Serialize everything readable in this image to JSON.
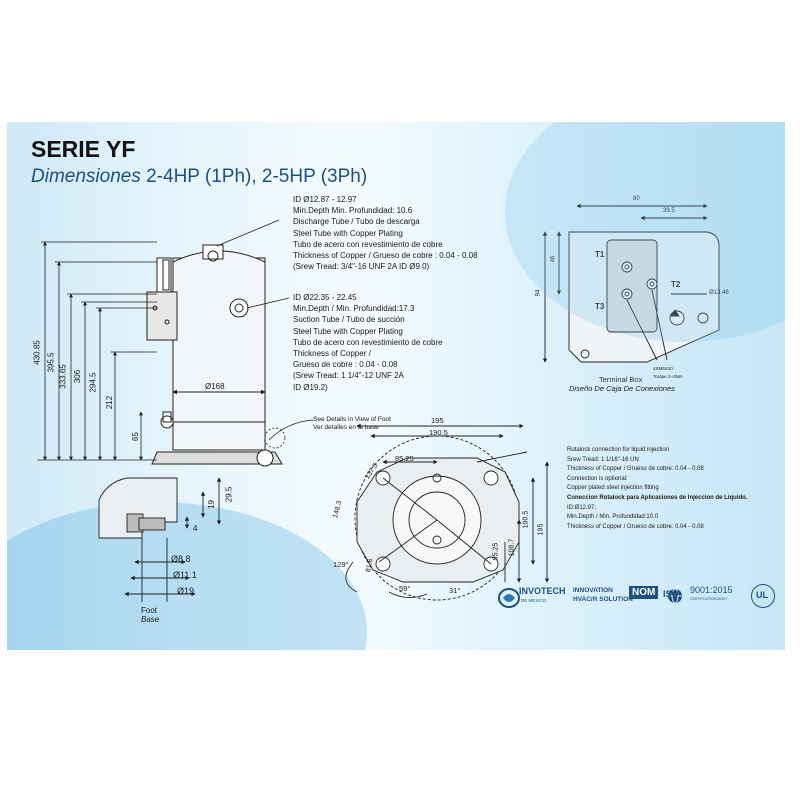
{
  "title": "SERIE YF",
  "subtitle": {
    "italic": "Dimensiones",
    "rest": " 2-4HP (1Ph), 2-5HP (3Ph)"
  },
  "discharge_spec": [
    "ID Ø12.87 - 12.97",
    "Min.Depth Min. Profundidad: 10.6",
    "Discharge Tube / Tubo de descarga",
    "Steel Tube with Copper Plating",
    "Tubo de acero con revestimiento de cobre",
    "Thickness of Copper / Grueso de cobre : 0.04 - 0.08",
    "(Srew Tread: 3/4\"-16 UNF 2A  ID Ø9.0)"
  ],
  "suction_spec": [
    "ID Ø22.35 - 22.45",
    "Min.Depth / Min. Profundidad:17.3",
    "Suction Tube / Tubo de succión",
    "Steel Tube with Copper Plating",
    "Tubo de acero con revestimiento de cobre",
    "Thickness of Copper /",
    "Grueso de cobre : 0.04 - 0.08",
    "(Srew Tread: 1 1/4\"-12 UNF 2A",
    "ID Ø19.2)"
  ],
  "foot_note": [
    "See Details in View of Foot",
    "Ver detalles en la base"
  ],
  "height_dims": [
    "430.85",
    "395.5",
    "333.65",
    "306",
    "294.5",
    "212",
    "65"
  ],
  "body_diameter": "Ø168",
  "terminal_box": {
    "dims": [
      "80",
      "39.5",
      "46",
      "94",
      "Ø13.46"
    ],
    "terminals": [
      "T1",
      "T2",
      "T3"
    ],
    "screw": "4XM5X10",
    "torque": "Torque 2~3Nm",
    "label_en": "Terminal Box",
    "label_es": "Diseño De Caja De Conexiones"
  },
  "foot": {
    "dims": [
      "19",
      "29.5",
      "4",
      "Ø8.8",
      "Ø11.1",
      "Ø19"
    ],
    "label_en": "Foot",
    "label_es": "Base"
  },
  "base_plan": {
    "dims": [
      "195",
      "190.5",
      "85.25",
      "137.5",
      "148.3",
      "190.5",
      "195",
      "108.7",
      "95.25",
      "81.6",
      "129°",
      "59°",
      "31°"
    ]
  },
  "rotalock_spec": [
    "Rotalock connection for liquid injection",
    "Srew Tread: 1 1/16\"-16 UN",
    "Thickness of Copper / Grueso de cobre: 0.04 - 0.08",
    "Connection is optional:",
    "Copper plated steel injection fitting",
    "Coneccion Rotalock para Aplicaciones de Injeccion de Liquido.",
    "ID:Ø12.97;",
    "Min.Depth / Min. Profundidad:10.0",
    "Thickness of Copper / Grueso de cobre: 0.04 - 0.08"
  ],
  "brands": {
    "invotech": "INVOTECH",
    "invotech_sub": "DE MEXICO",
    "tagline1": "INNOVATION",
    "tagline2": "HVAC/R SOLUTION",
    "nom": "NOM",
    "iso": "ISO",
    "iso_num": "9001:2015",
    "iso_sub": "CERTIFICATION BODY",
    "ul": "UL"
  },
  "colors": {
    "accent_blue": "#1e5080",
    "line": "#222222",
    "bg_light": "#e6f5fc"
  }
}
